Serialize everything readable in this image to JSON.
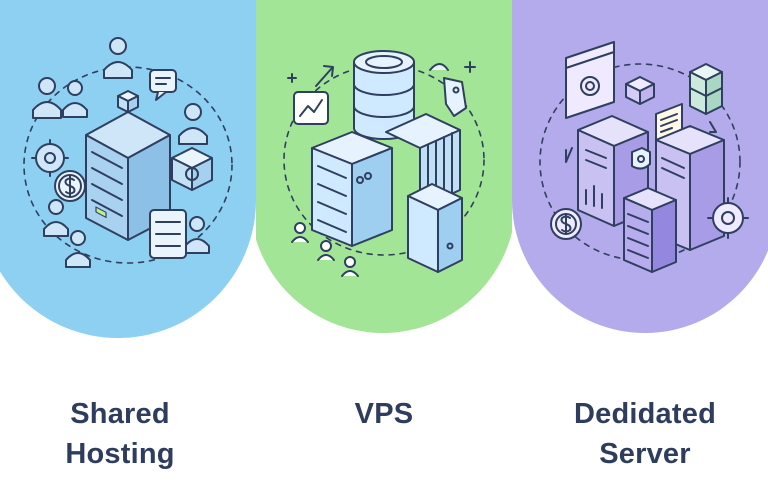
{
  "panels": [
    {
      "id": "shared",
      "label_lines": [
        "Shared",
        "Hosting"
      ],
      "bg_color": "#8dd0f2",
      "icons": [
        "users-icon",
        "server-rack-icon",
        "dollar-coin-icon",
        "gear-icon",
        "chat-bubble-icon",
        "cube-icon"
      ]
    },
    {
      "id": "vps",
      "label_lines": [
        "VPS"
      ],
      "bg_color": "#a3e596",
      "icons": [
        "database-cylinder-icon",
        "server-stack-icon",
        "tower-server-icon",
        "chart-window-icon",
        "tag-icon",
        "sparkle-icon"
      ]
    },
    {
      "id": "dedicated",
      "label_lines": [
        "Dedidated",
        "Server"
      ],
      "bg_color": "#b3abeb",
      "icons": [
        "browser-window-icon",
        "stack-cubes-icon",
        "document-icon",
        "shield-icon",
        "dollar-gear-icon",
        "gear-icon"
      ]
    }
  ],
  "colors": {
    "text": "#2e3d5e",
    "outline": "#2f3f5f"
  }
}
